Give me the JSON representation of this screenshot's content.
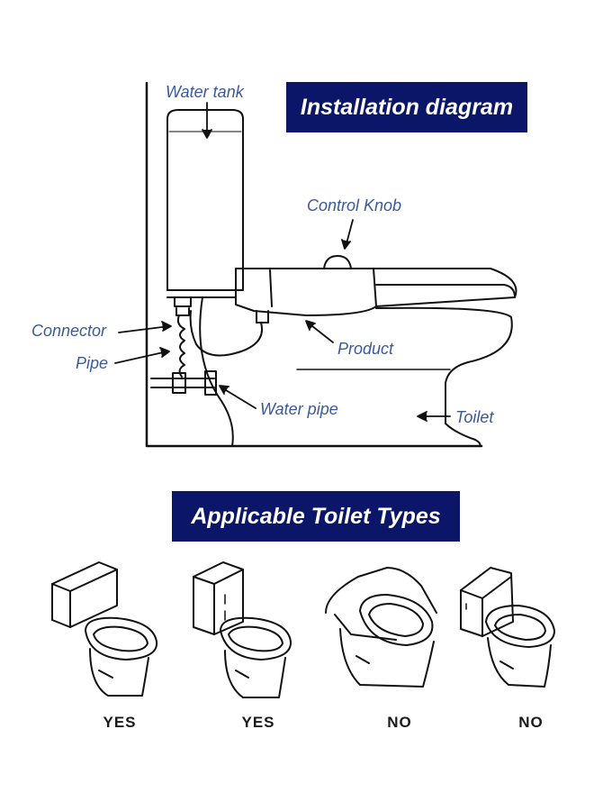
{
  "installation": {
    "title": "Installation diagram",
    "labels": {
      "water_tank": "Water tank",
      "control_knob": "Control Knob",
      "connector": "Connector",
      "pipe": "Pipe",
      "product": "Product",
      "water_pipe": "Water pipe",
      "toilet": "Toilet"
    }
  },
  "types": {
    "title": "Applicable Toilet Types",
    "items": [
      {
        "verdict": "YES"
      },
      {
        "verdict": "YES"
      },
      {
        "verdict": "NO"
      },
      {
        "verdict": "NO"
      }
    ]
  },
  "colors": {
    "banner": "#0b1668",
    "label_text": "#3a5a9a",
    "line": "#111111"
  }
}
